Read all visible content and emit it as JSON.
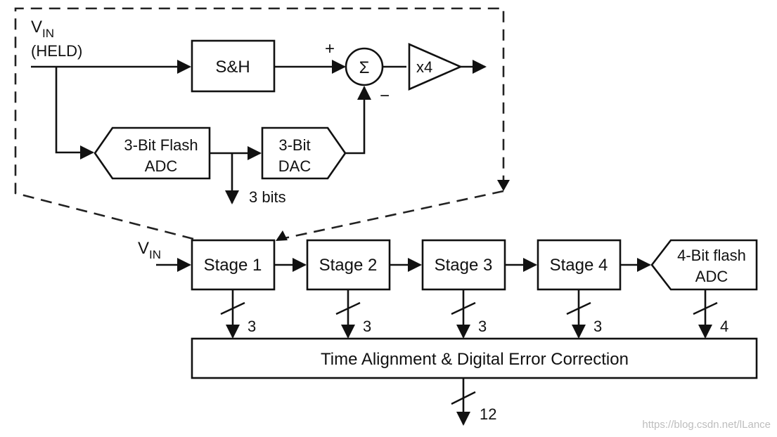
{
  "detail": {
    "vin_main": "V",
    "vin_sub": "IN",
    "held": "(HELD)",
    "sh": "S&H",
    "plus": "+",
    "minus": "−",
    "sigma": "Σ",
    "gain": "x4",
    "flash_line1": "3-Bit Flash",
    "flash_line2": "ADC",
    "dac_line1": "3-Bit",
    "dac_line2": "DAC",
    "bits_out": "3 bits"
  },
  "pipeline": {
    "vin_main": "V",
    "vin_sub": "IN",
    "stages": [
      "Stage 1",
      "Stage 2",
      "Stage 3",
      "Stage 4"
    ],
    "final_line1": "4-Bit flash",
    "final_line2": "ADC",
    "bus_widths": [
      "3",
      "3",
      "3",
      "3",
      "4"
    ],
    "correction": "Time Alignment & Digital Error Correction",
    "output_width": "12"
  },
  "watermark": "https://blog.csdn.net/lLance"
}
